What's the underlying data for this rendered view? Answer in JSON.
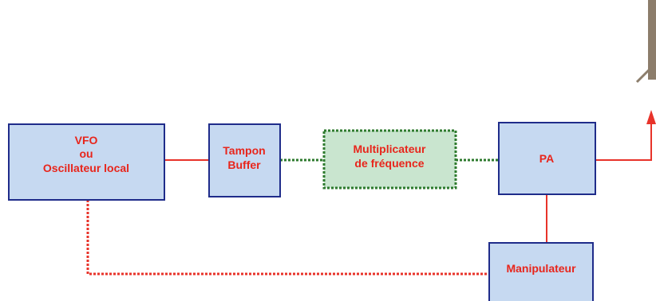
{
  "colors": {
    "block_fill": "#c6d9f1",
    "block_border": "#1f2c8a",
    "multiplier_fill": "#c9e5cf",
    "multiplier_border": "#2d7a2d",
    "text": "#e8251b",
    "signal_line": "#e8332a",
    "dotted_green": "#2d7a2d",
    "dotted_red": "#e8332a",
    "antenna": "#8c7d6b"
  },
  "blocks": {
    "vfo": {
      "line1": "VFO",
      "line2": "ou",
      "line3": "Oscillateur local"
    },
    "buffer": {
      "line1": "Tampon",
      "line2": "Buffer"
    },
    "multiplier": {
      "line1": "Multiplicateur",
      "line2": "de fréquence"
    },
    "pa": {
      "label": "PA"
    },
    "keyer": {
      "label": "Manipulateur"
    }
  }
}
